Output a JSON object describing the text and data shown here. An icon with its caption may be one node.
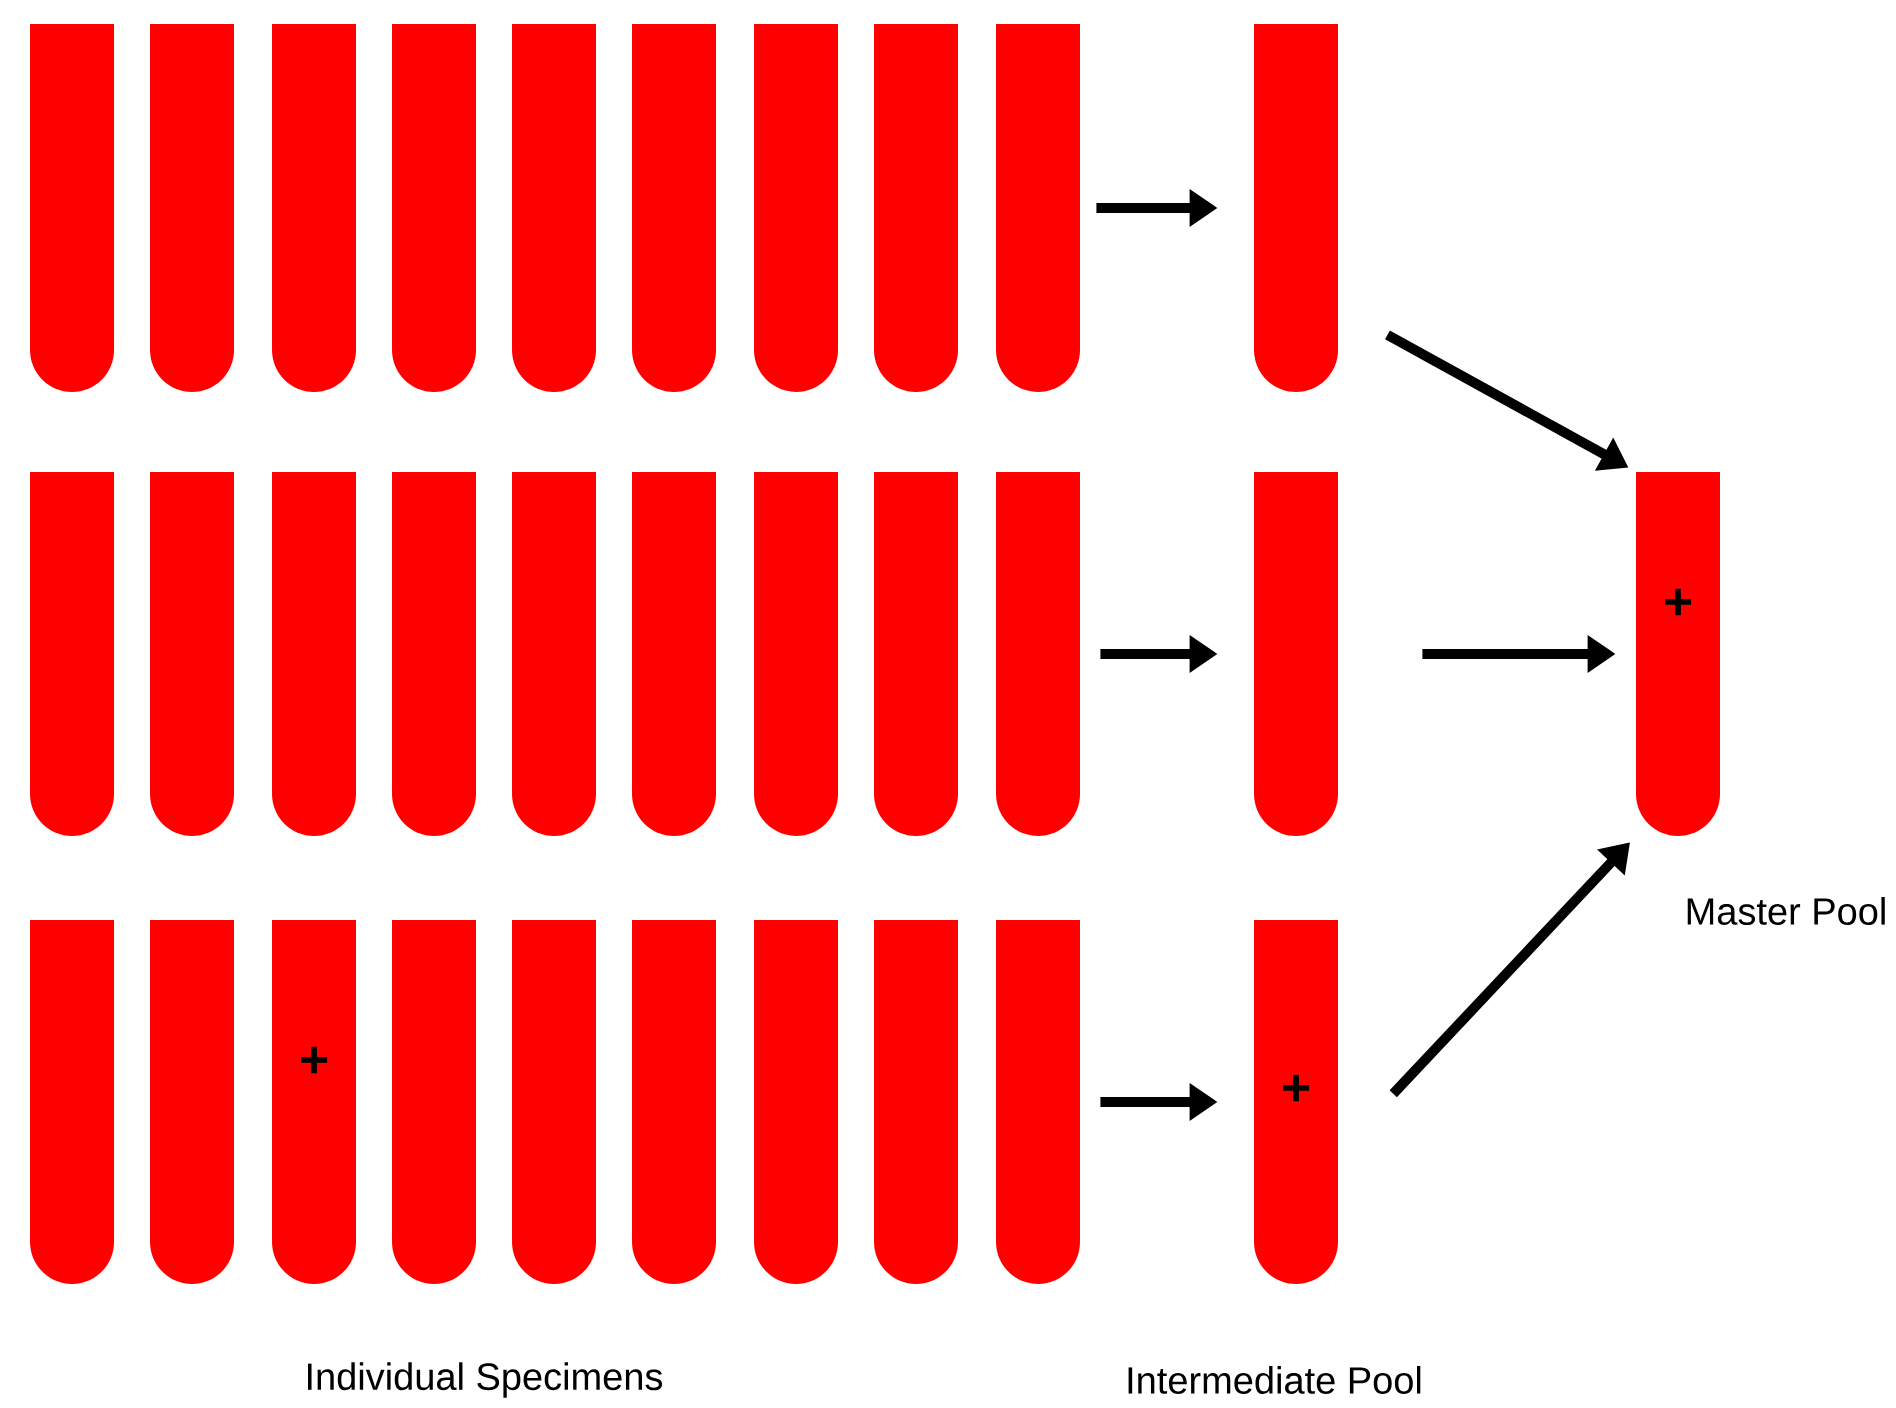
{
  "diagram": {
    "nodes": [
      {
        "text": [],
        "shape": "tube"
      },
      {
        "text": [],
        "shape": "tube"
      },
      {
        "text": [],
        "shape": "tube"
      },
      {
        "text": [],
        "shape": "tube"
      },
      {
        "text": [],
        "shape": "tube"
      },
      {
        "text": [],
        "shape": "tube"
      },
      {
        "text": [],
        "shape": "tube"
      },
      {
        "text": [],
        "shape": "tube"
      },
      {
        "text": [],
        "shape": "tube"
      },
      {
        "text": [],
        "shape": "tube"
      },
      {
        "text": [],
        "shape": "tube"
      },
      {
        "text": [],
        "shape": "tube"
      },
      {
        "text": [],
        "shape": "tube"
      },
      {
        "text": [],
        "shape": "tube"
      },
      {
        "text": [],
        "shape": "tube"
      },
      {
        "text": [],
        "shape": "tube"
      },
      {
        "text": [],
        "shape": "tube"
      },
      {
        "text": [],
        "shape": "tube"
      },
      {
        "text": [],
        "shape": "tube"
      },
      {
        "text": [],
        "shape": "tube"
      },
      {
        "text": [
          "+"
        ],
        "beside": [
          "Master Pool"
        ]
      },
      {
        "text": [],
        "shape": "tube"
      },
      {
        "text": [],
        "shape": "tube"
      },
      {
        "text": [
          "+"
        ]
      },
      {
        "text": [],
        "shape": "tube"
      },
      {
        "text": [],
        "shape": "tube"
      },
      {
        "text": [],
        "shape": "tube"
      },
      {
        "text": [],
        "shape": "tube"
      },
      {
        "text": [],
        "shape": "tube"
      },
      {
        "text": [],
        "shape": "tube"
      },
      {
        "text": [
          "+"
        ]
      }
    ],
    "edges": [
      {
        "from": 8,
        "to": 9,
        "arrow": "to"
      },
      {
        "from": 9,
        "to": 20,
        "arrow": "to"
      },
      {
        "from": 18,
        "to": 19,
        "arrow": "to"
      },
      {
        "from": 19,
        "to": 20,
        "arrow": "to"
      },
      {
        "from": 29,
        "to": 30,
        "arrow": "to"
      },
      {
        "from": 30,
        "to": 20,
        "arrow": "to"
      }
    ],
    "labels": [
      "Individual Specimens",
      "Intermediate Pool"
    ]
  }
}
